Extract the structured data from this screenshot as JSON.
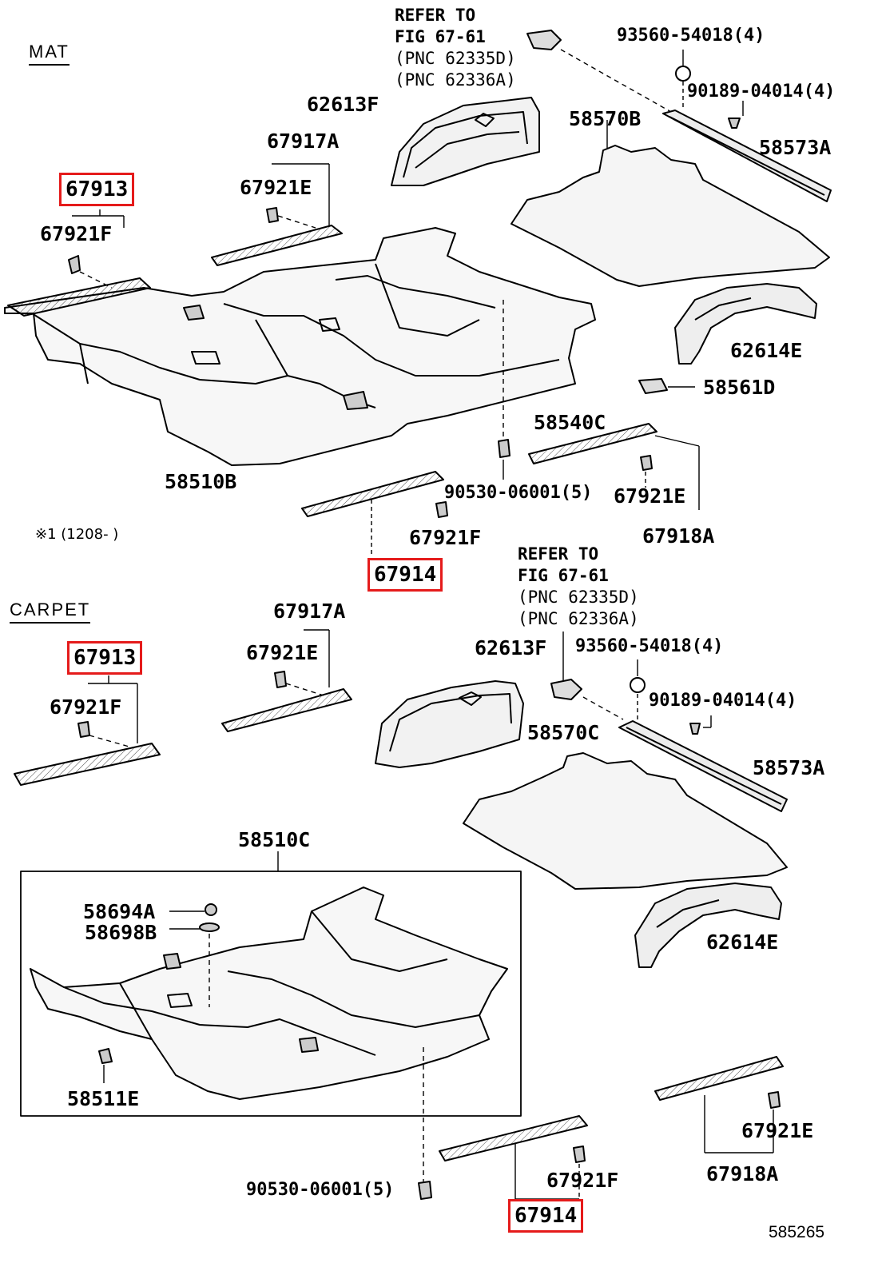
{
  "sections": {
    "mat": "MAT",
    "carpet": "CARPET"
  },
  "note": "※1 (1208-        )",
  "figure_code": "585265",
  "highlight_color": "#e51b1b",
  "mat": {
    "refer": [
      "REFER TO",
      "FIG 67-61",
      "(PNC 62335D)",
      "(PNC 62336A)"
    ],
    "labels": {
      "p93560": "93560-54018(4)",
      "p90189": "90189-04014(4)",
      "p62613f": "62613F",
      "p58570b": "58570B",
      "p58573a": "58573A",
      "p67917a": "67917A",
      "p67921e_top": "67921E",
      "p67913": "67913",
      "p67921f_left": "67921F",
      "p62614e": "62614E",
      "p58561d": "58561D",
      "p58540c": "58540C",
      "p58510b": "58510B",
      "p90530": "90530-06001(5)",
      "p67921e_right": "67921E",
      "p67921f_mid": "67921F",
      "p67918a": "67918A",
      "p67914": "67914"
    }
  },
  "carpet": {
    "refer": [
      "REFER TO",
      "FIG 67-61",
      "(PNC 62335D)",
      "(PNC 62336A)"
    ],
    "labels": {
      "p67917a": "67917A",
      "p67913": "67913",
      "p67921e": "67921E",
      "p62613f": "62613F",
      "p93560": "93560-54018(4)",
      "p90189": "90189-04014(4)",
      "p67921f_left": "67921F",
      "p58570c": "58570C",
      "p58573a": "58573A",
      "p58510c": "58510C",
      "p58694a": "58694A",
      "p58698b": "58698B",
      "p62614e": "62614E",
      "p58511e": "58511E",
      "p67921e_right": "67921E",
      "p90530": "90530-06001(5)",
      "p67921f_mid": "67921F",
      "p67918a": "67918A",
      "p67914": "67914"
    }
  }
}
